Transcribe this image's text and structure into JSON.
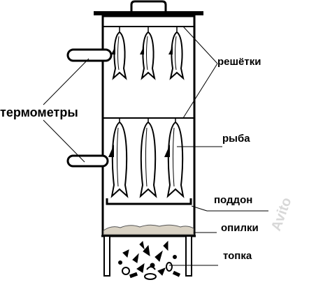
{
  "labels": {
    "reshetki": "решётки",
    "termometry": "термометры",
    "ryba": "рыба",
    "poddon": "поддон",
    "opilki": "опилки",
    "topka": "топка"
  },
  "colors": {
    "ink": "#000000",
    "background": "#ffffff",
    "sawdust": "#d9d2c4",
    "watermark": "#d8d8d8"
  },
  "watermark": "Avito"
}
